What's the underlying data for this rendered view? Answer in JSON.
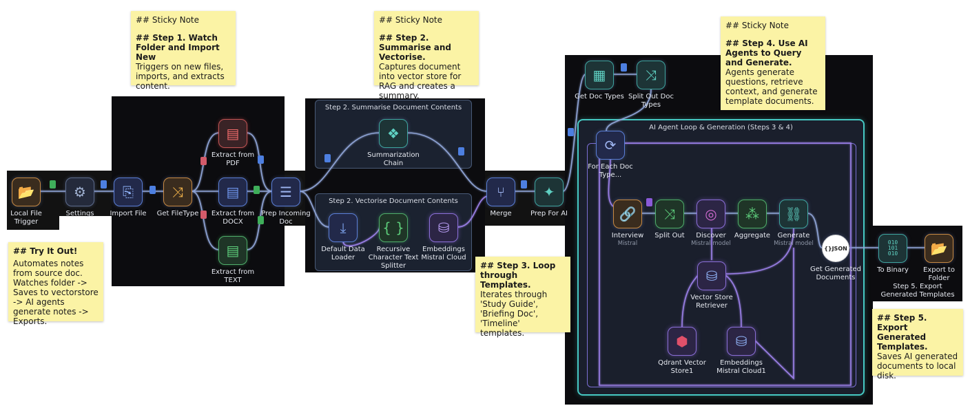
{
  "groups": {
    "summarise": "Step 2. Summarise Document Contents",
    "vectorise": "Step 2. Vectorise Document Contents",
    "ai_loop": "AI Agent Loop & Generation (Steps 3 & 4)",
    "export": "Step 5. Export Generated Templates"
  },
  "nodes": {
    "local_file_trigger": {
      "label": "Local File Trigger",
      "icon": "folder-icon"
    },
    "settings": {
      "label": "Settings",
      "icon": "gear-icon"
    },
    "import_file": {
      "label": "Import File",
      "icon": "file-import-icon"
    },
    "get_filetype": {
      "label": "Get FileType",
      "icon": "shuffle-icon"
    },
    "extract_pdf": {
      "label": "Extract from PDF",
      "icon": "pdf-icon"
    },
    "extract_docx": {
      "label": "Extract from DOCX",
      "icon": "docx-icon"
    },
    "extract_text": {
      "label": "Extract from TEXT",
      "icon": "text-file-icon"
    },
    "prep_incoming": {
      "label": "Prep Incoming Doc",
      "icon": "list-icon"
    },
    "summarization_chain": {
      "label": "Summarization Chain",
      "icon": "chain-icon"
    },
    "default_data_loader": {
      "label": "Default Data Loader",
      "icon": "download-icon"
    },
    "text_splitter": {
      "label": "Recursive Character Text Splitter",
      "icon": "braces-icon"
    },
    "embeddings_1": {
      "label": "Embeddings Mistral Cloud",
      "icon": "database-search-icon"
    },
    "merge": {
      "label": "Merge",
      "icon": "merge-icon"
    },
    "prep_for_ai": {
      "label": "Prep For AI",
      "icon": "magic-wand-icon"
    },
    "get_doc_types": {
      "label": "Get Doc Types",
      "icon": "table-icon"
    },
    "split_out_doc_types": {
      "label": "Split Out Doc Types",
      "icon": "shuffle-icon"
    },
    "for_each_doc_type": {
      "label": "For Each Doc Type...",
      "icon": "loop-icon"
    },
    "interview": {
      "label": "Interview",
      "sub": "Mistral",
      "icon": "link-icon"
    },
    "split_out": {
      "label": "Split Out",
      "icon": "shuffle-icon"
    },
    "discover": {
      "label": "Discover",
      "sub": "Mistral model",
      "icon": "target-icon"
    },
    "aggregate": {
      "label": "Aggregate",
      "icon": "aggregate-icon"
    },
    "generate": {
      "label": "Generate",
      "sub": "Mistral model",
      "icon": "link-doc-icon"
    },
    "vector_store_retriever": {
      "label": "Vector Store Retriever",
      "icon": "database-icon"
    },
    "qdrant_vector_store": {
      "label": "Qdrant Vector Store1",
      "icon": "qdrant-icon"
    },
    "embeddings_2": {
      "label": "Embeddings Mistral Cloud1",
      "icon": "database-icon"
    },
    "get_generated_docs": {
      "label": "Get Generated Documents",
      "badge": "{}JSON",
      "icon": "json-icon"
    },
    "to_binary": {
      "label": "To Binary",
      "icon": "binary-icon"
    },
    "export_to_folder": {
      "label": "Export to Folder",
      "icon": "folder-export-icon"
    }
  },
  "stickies": {
    "step1": {
      "header": "## Sticky Note",
      "title": "## Step 1. Watch Folder and Import New",
      "body": "Triggers on new files, imports, and extracts content."
    },
    "step2": {
      "header": "## Sticky Note",
      "title": "## Step 2. Summarise and Vectorise.",
      "body": "Captures document into vector store for RAG and creates a summary."
    },
    "step4": {
      "header": "## Sticky Note",
      "title": "## Step 4. Use AI Agents to Query and Generate.",
      "body": "Agents generate questions, retrieve context, and generate template documents."
    },
    "try_it": {
      "title": "## Try It Out!",
      "body": "Automates notes from source doc. Watches folder -> Saves to vectorstore -> AI agents generate notes -> Exports."
    },
    "step3": {
      "title": "## Step 3. Loop through Templates.",
      "body": "Iterates through 'Study Guide', 'Briefing Doc', 'Timeline' templates."
    },
    "step5": {
      "title": "## Step 5. Export Generated Templates.",
      "body": "Saves AI generated documents to local disk."
    }
  },
  "colors": {
    "canvas": "#121212",
    "node_bg": "#242a3b",
    "wire": "#8fa4d6",
    "wire_purple": "#9a7fe6",
    "teal_frame": "#46c9c3",
    "sticky": "#fbf3a5"
  }
}
